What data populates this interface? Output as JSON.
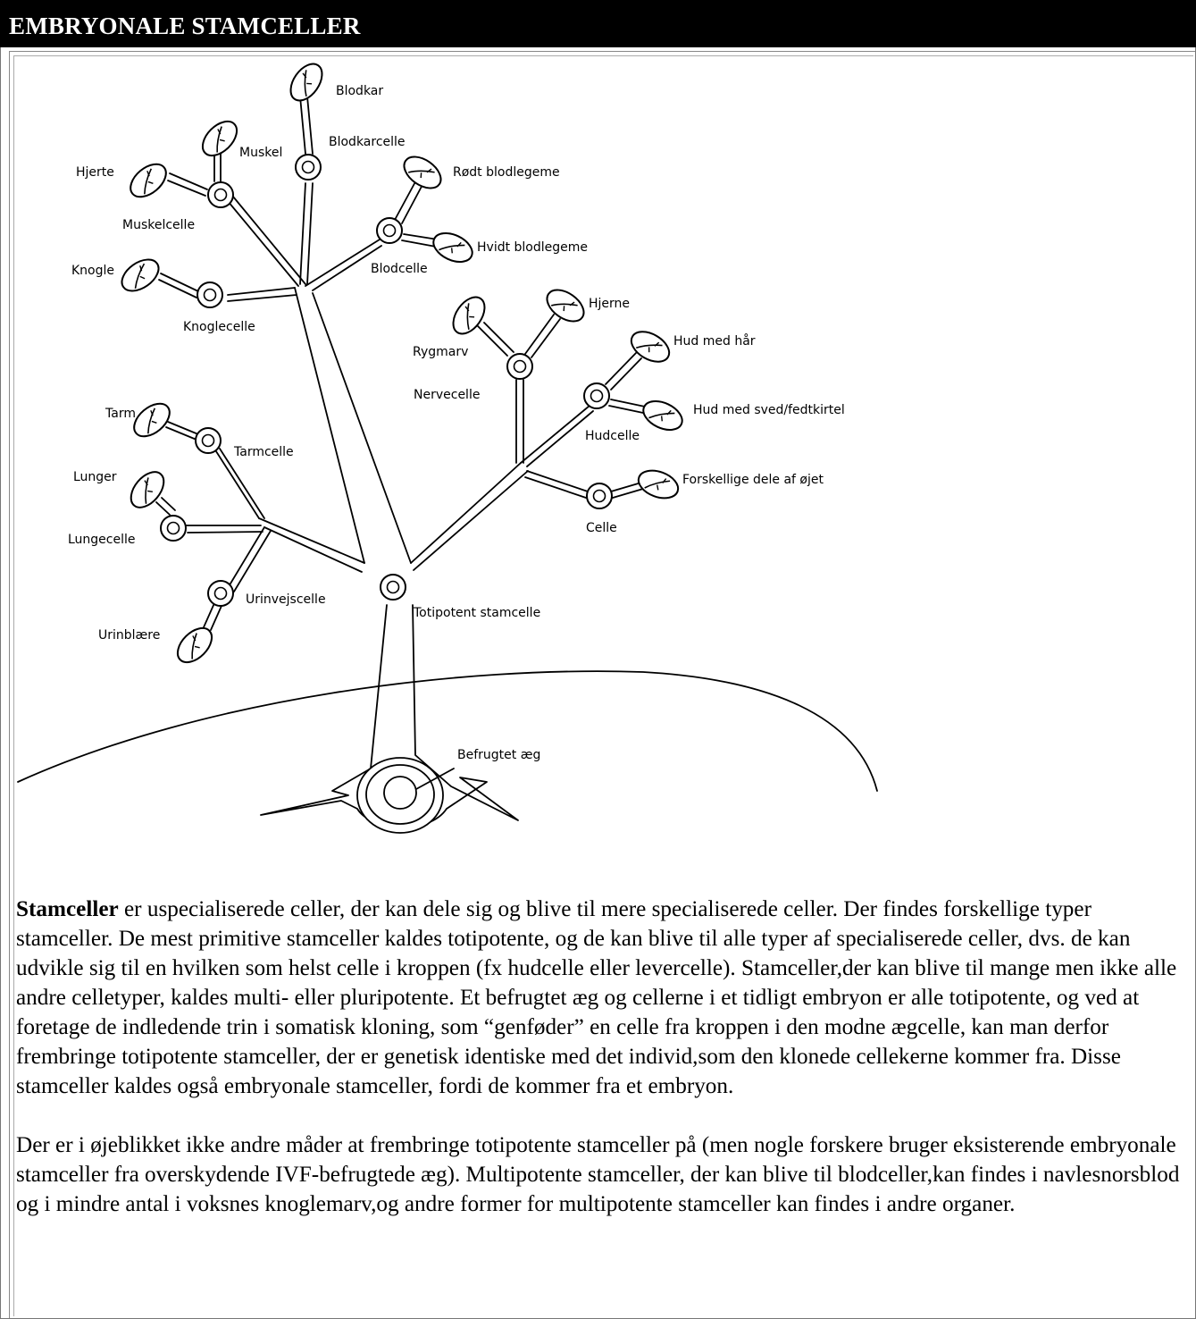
{
  "header": {
    "title": "EMBRYONALE STAMCELLER"
  },
  "diagram": {
    "labels": {
      "blodkar": "Blodkar",
      "blodkarcelle": "Blodkarcelle",
      "muskel": "Muskel",
      "hjerte": "Hjerte",
      "muskelcelle": "Muskelcelle",
      "rodt_blodlegeme": "Rødt blodlegeme",
      "hvidt_blodlegeme": "Hvidt blodlegeme",
      "blodcelle": "Blodcelle",
      "knogle": "Knogle",
      "knoglecelle": "Knoglecelle",
      "hjerne": "Hjerne",
      "rygmarv": "Rygmarv",
      "nervecelle": "Nervecelle",
      "hud_med_har": "Hud med hår",
      "hud_med_sved": "Hud med sved/fedtkirtel",
      "hudcelle": "Hudcelle",
      "tarm": "Tarm",
      "tarmcelle": "Tarmcelle",
      "lunger": "Lunger",
      "lungecelle": "Lungecelle",
      "forskellige_dele": "Forskellige dele af øjet",
      "celle": "Celle",
      "urinvejscelle": "Urinvejscelle",
      "totipotent": "Totipotent stamcelle",
      "urinblaere": "Urinblære",
      "befrugtet_aeg": "Befrugtet æg"
    }
  },
  "body": {
    "p1_bold": "Stamceller",
    "p1_rest": " er uspecialiserede celler, der kan dele sig og blive til mere specialiserede celler. Der findes forskellige typer stamceller. De mest primitive stamceller kaldes totipotente, og de kan blive til alle typer af specialiserede celler, dvs. de kan udvikle sig til en hvilken som helst celle i kroppen (fx hudcelle eller levercelle). Stamceller,der kan blive til mange men ikke alle andre celletyper, kaldes multi- eller pluripotente. Et befrugtet æg og cellerne i et tidligt embryon er alle totipotente, og ved at foretage de indledende trin i somatisk kloning, som “genføder” en celle fra kroppen i den modne ægcelle, kan man derfor frembringe totipotente stamceller, der er genetisk identiske med det individ,som den klonede cellekerne kommer fra. Disse stamceller kaldes også embryonale stamceller, fordi de kommer fra et embryon.",
    "p2": "Der er i øjeblikket ikke andre måder at frembringe totipotente stamceller på (men nogle forskere bruger eksisterende embryonale stamceller fra overskydende IVF-befrugtede æg). Multipotente stamceller, der kan blive til blodceller,kan findes i navlesnorsblod og i mindre antal i voksnes knoglemarv,og andre former for multipotente stamceller kan findes i andre organer."
  }
}
